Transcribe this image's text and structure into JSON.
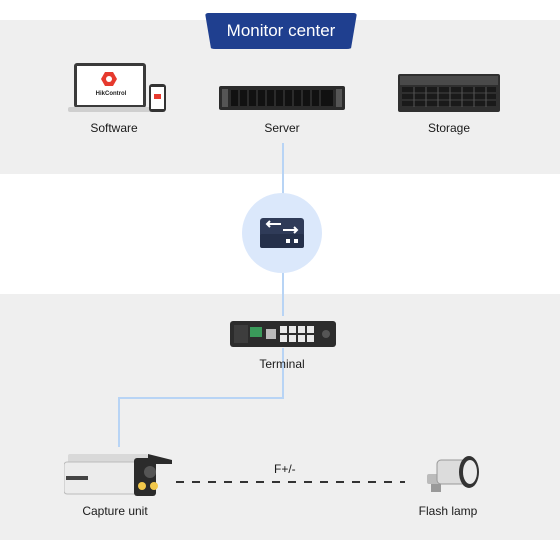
{
  "header": {
    "title": "Monitor center"
  },
  "devices": {
    "software": {
      "label": "Software",
      "brand": "HikControl"
    },
    "server": {
      "label": "Server"
    },
    "storage": {
      "label": "Storage"
    },
    "switch": {
      "icon": "network-switch-icon"
    },
    "terminal": {
      "label": "Terminal"
    },
    "capture": {
      "label": "Capture unit"
    },
    "flash": {
      "label": "Flash lamp"
    }
  },
  "links": {
    "flash_signal": "F+/-"
  },
  "colors": {
    "accent": "#1f3f8f",
    "wire": "#b8d4f5",
    "band": "#efefef",
    "switch_circle": "#dbe8fb",
    "switch_body": "#2f3b58"
  }
}
